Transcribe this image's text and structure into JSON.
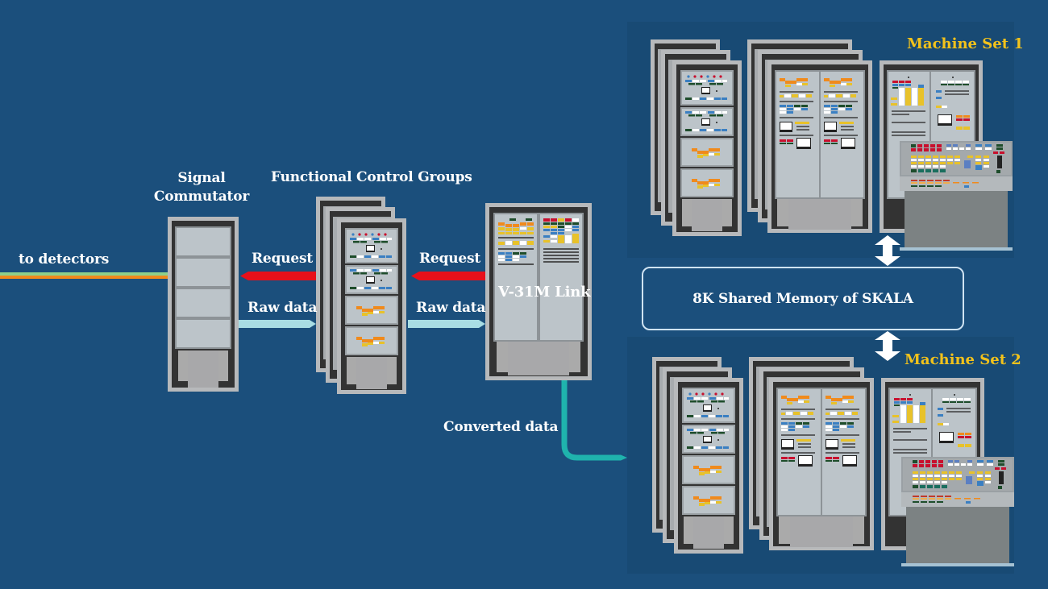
{
  "diagram": {
    "nodes": {
      "detectors_label": "to detectors",
      "signal_commutator": {
        "line1": "Signal",
        "line2": "Commutator"
      },
      "functional_control_groups": "Functional Control Groups",
      "v31m_link": "V-31M Link",
      "shared_memory": "8K Shared Memory of SKALA",
      "machine_set_1": "Machine Set 1",
      "machine_set_2": "Machine Set 2"
    },
    "edges": {
      "request_1": "Request",
      "raw_data_1": "Raw data",
      "request_2": "Request",
      "raw_data_2": "Raw data",
      "converted_data": "Converted data"
    },
    "colors": {
      "background": "#1b4f7c",
      "panel": "#184a74",
      "request_arrow": "#e8101a",
      "raw_data_arrow": "#a8dde4",
      "converted_data_line": "#1fb3ad",
      "detector_line_top": "#8ed08a",
      "detector_line_bottom": "#f08a1c",
      "set_title": "#f2c21b"
    }
  }
}
